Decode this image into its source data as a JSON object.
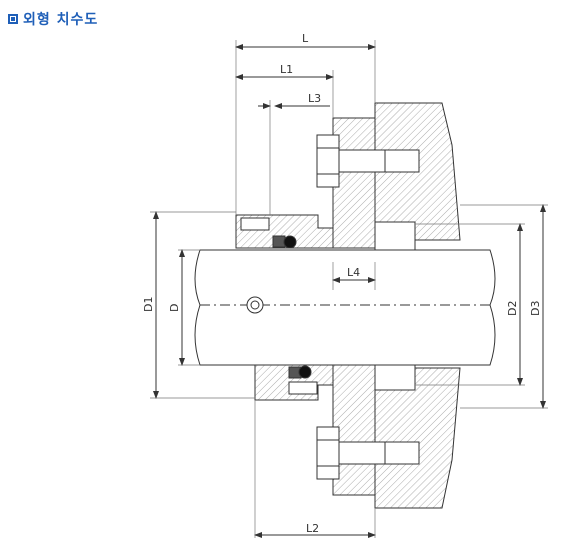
{
  "header": {
    "title": "외형 치수도"
  },
  "dimensions": {
    "L": "L",
    "L1": "L1",
    "L2": "L2",
    "L3": "L3",
    "L4": "L4",
    "D": "D",
    "D1": "D1",
    "D2": "D2",
    "D3": "D3"
  },
  "colors": {
    "accent": "#1f5fb8",
    "line": "#333333"
  }
}
